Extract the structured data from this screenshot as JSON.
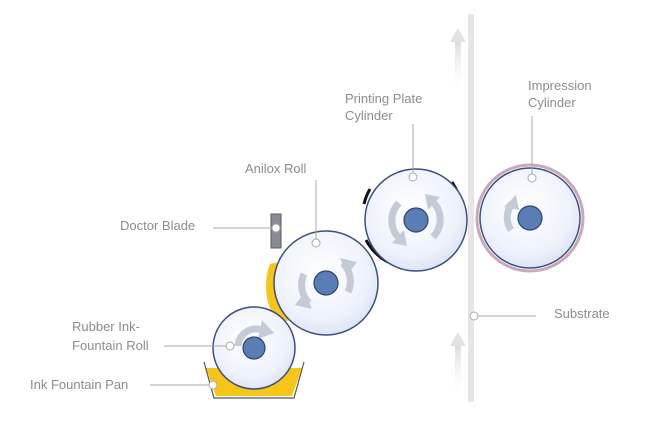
{
  "labels": {
    "printing_plate_cylinder": [
      "Printing Plate",
      "Cylinder"
    ],
    "impression_cylinder": [
      "Impression",
      "Cylinder"
    ],
    "anilox_roll": "Anilox Roll",
    "doctor_blade": "Doctor Blade",
    "rubber_ink_fountain_roll": [
      "Rubber Ink-",
      "Fountain Roll"
    ],
    "ink_fountain_pan": "Ink Fountain Pan",
    "substrate": "Substrate"
  },
  "colors": {
    "label_text": "#8c8c8c",
    "leader_line": "#a9a9a9",
    "roll_outline": "#3d4f80",
    "roll_hub": "#5b7db5",
    "roll_fill": "#eef2fb",
    "ink_yellow": "#f5c518",
    "plate_blue": "#1f6fb0",
    "plate_black": "#111111",
    "impression_rim": "#c9a8b8",
    "substrate_line": "#e6e6e6",
    "flow_arrow": "#e2e2e2",
    "rotation_arrow": "#c5cbd6",
    "doctor_blade": "#8a8a94"
  }
}
